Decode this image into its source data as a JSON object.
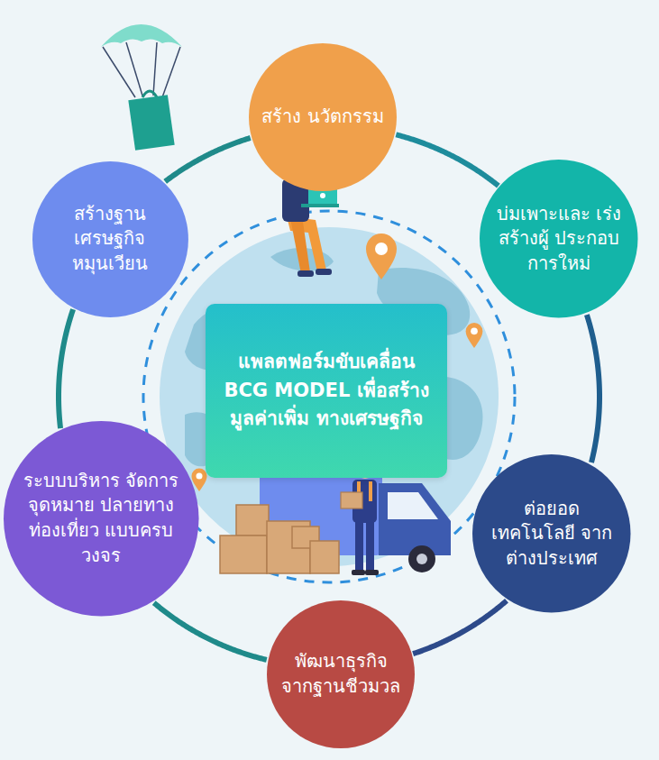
{
  "diagram": {
    "nodes": [
      {
        "text": [
          "แพลตฟอร์มขับเคลื่อน BCG MODEL เพื่อสร้างมูลค่าเพิ่ม ทางเศรษฐกิจ"
        ]
      },
      {
        "text": [
          "สร้าง นวัตกรรม"
        ]
      },
      {
        "text": [
          "บ่มเพาะและ เร่งสร้างผู้ ประกอบการใหม่"
        ]
      },
      {
        "text": [
          "ต่อยอดเทคโนโลยี จากต่างประเทศ"
        ]
      },
      {
        "text": [
          "พัฒนาธุรกิจ จากฐานชีวมวล"
        ]
      },
      {
        "text": [
          "ระบบบริหาร จัดการจุดหมาย ปลายทางท่องเที่ยว แบบครบวงจร"
        ]
      },
      {
        "text": [
          "สร้างฐาน เศรษฐกิจ หมุนเวียน"
        ]
      }
    ],
    "edges": [
      {
        "from": 1,
        "to": 2,
        "arrow": "none"
      },
      {
        "from": 2,
        "to": 3,
        "arrow": "none"
      },
      {
        "from": 3,
        "to": 4,
        "arrow": "none"
      },
      {
        "from": 4,
        "to": 5,
        "arrow": "none"
      },
      {
        "from": 5,
        "to": 6,
        "arrow": "none"
      },
      {
        "from": 6,
        "to": 1,
        "arrow": "none"
      }
    ]
  }
}
